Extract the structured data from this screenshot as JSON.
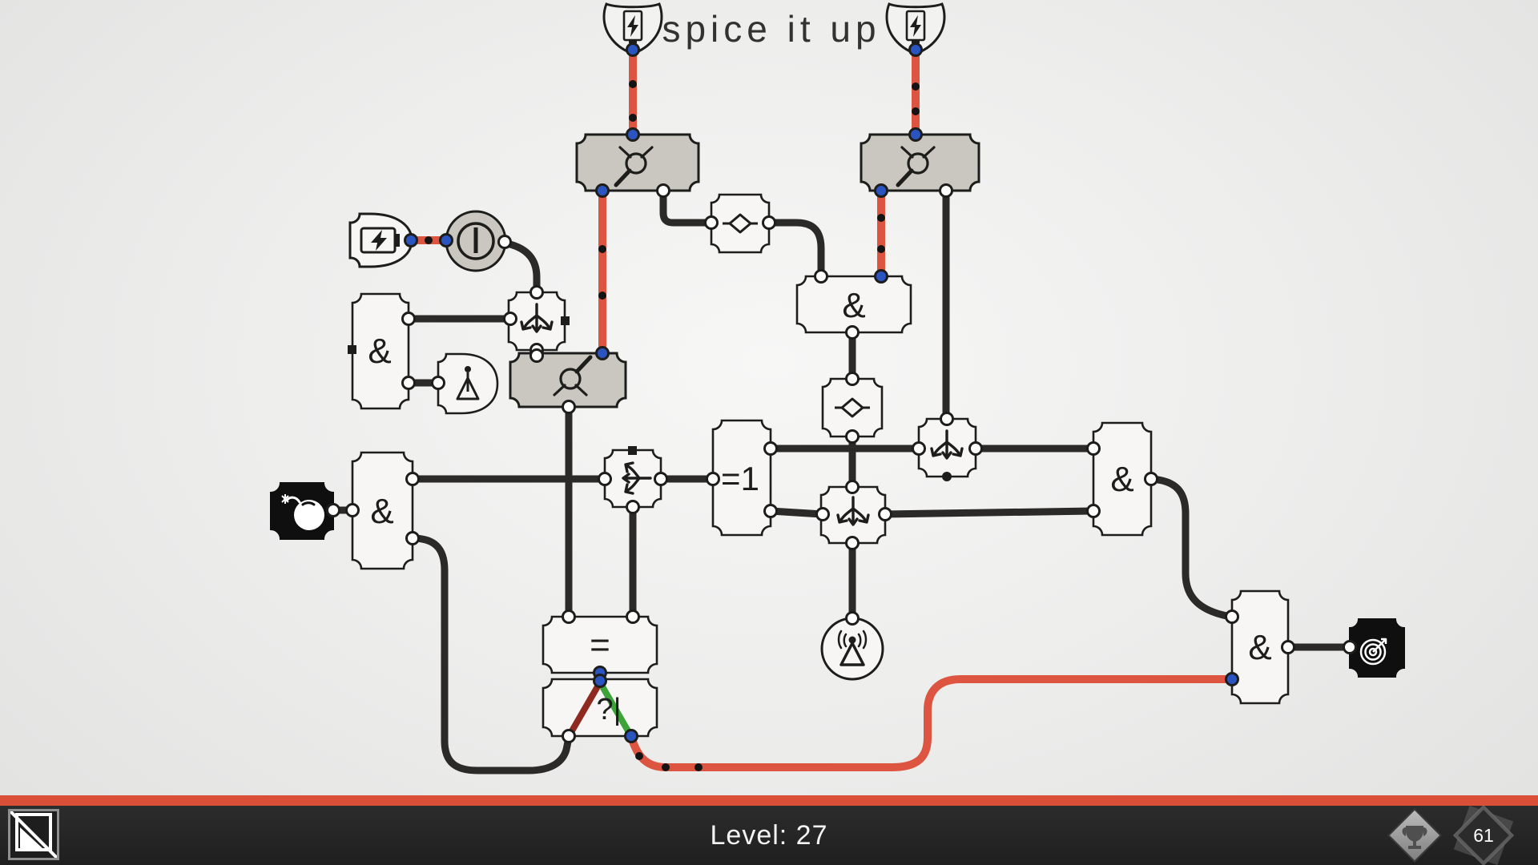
{
  "title": "spice it up",
  "hud": {
    "level": "Level: 27",
    "badge_count": "61"
  },
  "labels": {
    "and": "&",
    "xor": "=1",
    "equal": "=",
    "random": "?|"
  },
  "colors": {
    "wire_active": "#dd5540",
    "wire_inactive": "#2b2a28",
    "switch_fill": "#cac6c0",
    "node_fill": "#f7f6f4",
    "connector_blue": "#2a54c0",
    "random_branch_true": "#3da339",
    "random_branch_false": "#8f2a20",
    "bar_red": "#d94f38",
    "bar_dark": "#242424"
  },
  "components": [
    {
      "id": "power-shield-left",
      "type": "power-source"
    },
    {
      "id": "power-shield-right",
      "type": "power-source"
    },
    {
      "id": "battery-cell",
      "type": "power-source"
    },
    {
      "id": "switch-top-left",
      "type": "switch",
      "state": "powered"
    },
    {
      "id": "switch-top-right",
      "type": "switch",
      "state": "powered"
    },
    {
      "id": "switch-mid",
      "type": "switch",
      "state": "unpowered"
    },
    {
      "id": "power-button",
      "type": "button"
    },
    {
      "id": "indicator-lamp",
      "type": "indicator"
    },
    {
      "id": "and-upper-left",
      "type": "and-gate",
      "label": "&"
    },
    {
      "id": "and-mid",
      "type": "and-gate",
      "label": "&"
    },
    {
      "id": "and-left",
      "type": "and-gate",
      "label": "&"
    },
    {
      "id": "and-right",
      "type": "and-gate",
      "label": "&"
    },
    {
      "id": "and-bottom-right",
      "type": "and-gate",
      "label": "&"
    },
    {
      "id": "xor-gate",
      "type": "xor-gate",
      "label": "=1"
    },
    {
      "id": "equal-gate",
      "type": "comparator",
      "label": "="
    },
    {
      "id": "random-gate",
      "type": "random-gate",
      "label": "?|"
    },
    {
      "id": "diode-top",
      "type": "diode"
    },
    {
      "id": "diode-mid",
      "type": "diode"
    },
    {
      "id": "splitter-top",
      "type": "splitter"
    },
    {
      "id": "splitter-west",
      "type": "splitter"
    },
    {
      "id": "splitter-east",
      "type": "splitter"
    },
    {
      "id": "splitter-low",
      "type": "splitter"
    },
    {
      "id": "bomb",
      "type": "bomb-sink"
    },
    {
      "id": "target",
      "type": "goal-sink"
    },
    {
      "id": "antenna",
      "type": "broadcast-sink"
    }
  ]
}
